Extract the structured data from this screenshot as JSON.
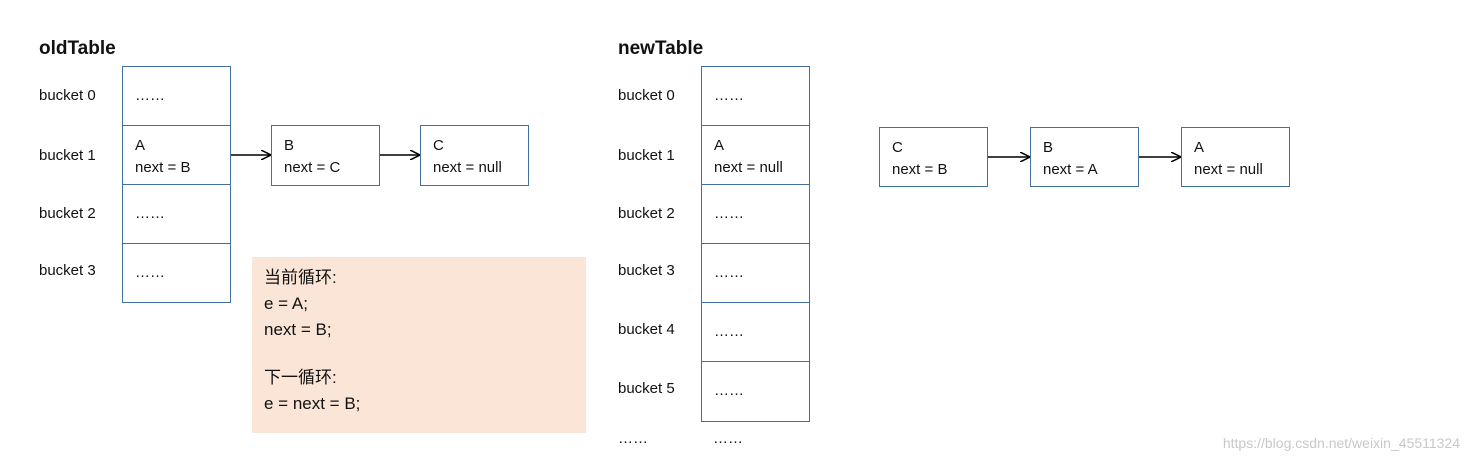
{
  "old_table": {
    "title": "oldTable",
    "buckets": [
      {
        "label": "bucket 0",
        "line1": "……",
        "line2": ""
      },
      {
        "label": "bucket 1",
        "line1": "A",
        "line2": "next = B"
      },
      {
        "label": "bucket 2",
        "line1": "……",
        "line2": ""
      },
      {
        "label": "bucket 3",
        "line1": "……",
        "line2": ""
      }
    ],
    "chain": [
      {
        "line1": "B",
        "line2": "next = C"
      },
      {
        "line1": "C",
        "line2": "next = null"
      }
    ]
  },
  "note": {
    "heading1": "当前循环:",
    "line1": "e = A;",
    "line2": "next = B;",
    "heading2": "下一循环:",
    "line3": "e = next = B;"
  },
  "new_table": {
    "title": "newTable",
    "buckets": [
      {
        "label": "bucket 0",
        "line1": "……",
        "line2": ""
      },
      {
        "label": "bucket 1",
        "line1": "A",
        "line2": "next = null"
      },
      {
        "label": "bucket 2",
        "line1": "……",
        "line2": ""
      },
      {
        "label": "bucket 3",
        "line1": "……",
        "line2": ""
      },
      {
        "label": "bucket 4",
        "line1": "……",
        "line2": ""
      },
      {
        "label": "bucket 5",
        "line1": "……",
        "line2": ""
      }
    ],
    "trailing_label": "……",
    "trailing_cell": "……",
    "chain": [
      {
        "line1": "C",
        "line2": "next = B"
      },
      {
        "line1": "B",
        "line2": "next = A"
      },
      {
        "line1": "A",
        "line2": "next = null"
      }
    ]
  },
  "watermark": "https://blog.csdn.net/weixin_45511324",
  "colors": {
    "border": "#41719c",
    "note_bg": "#fbe5d6"
  }
}
